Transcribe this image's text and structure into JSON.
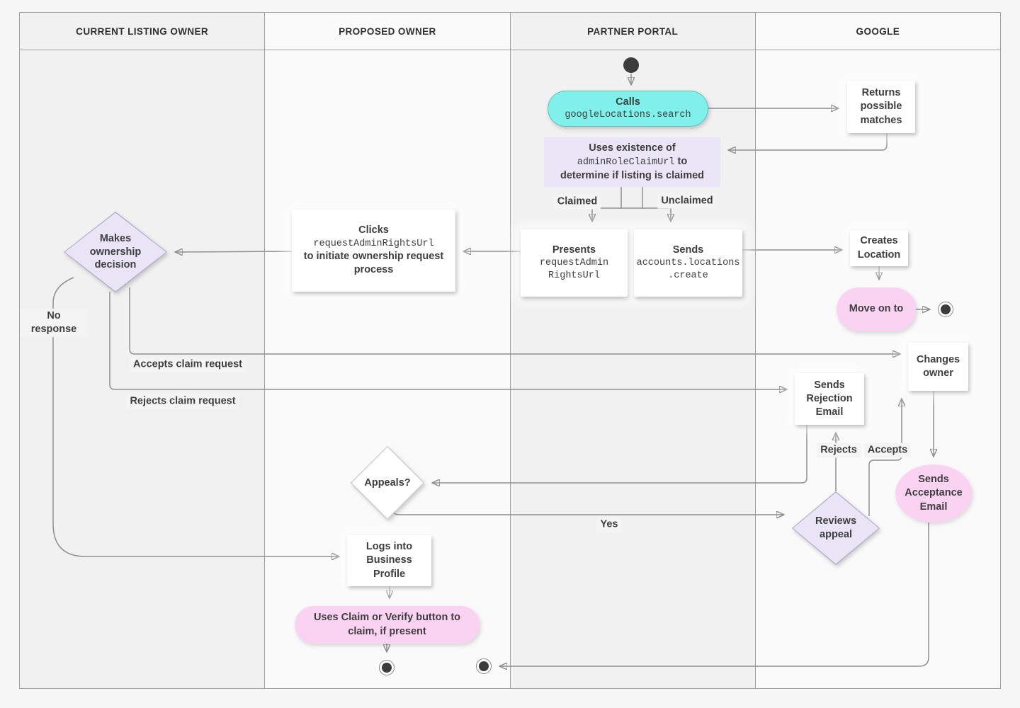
{
  "lanes": [
    {
      "label": "CURRENT LISTING OWNER"
    },
    {
      "label": "PROPOSED OWNER"
    },
    {
      "label": "PARTNER PORTAL"
    },
    {
      "label": "GOOGLE"
    }
  ],
  "nodes": {
    "calls": {
      "title": "Calls",
      "code": "googleLocations.search"
    },
    "returns": {
      "label": "Returns possible matches"
    },
    "uses": {
      "t1": "Uses existence of",
      "code": "adminRoleClaimUrl",
      "t2": "to",
      "t3": "determine if listing is claimed"
    },
    "presents": {
      "title": "Presents",
      "code1": "requestAdmin",
      "code2": "RightsUrl"
    },
    "sends_create": {
      "title": "Sends",
      "code1": "accounts.locations",
      "code2": ".create"
    },
    "clicks": {
      "t1": "Clicks",
      "code": "requestAdminRightsUrl",
      "t2": "to initiate ownership request process"
    },
    "makes_decision": {
      "label": "Makes ownership decision"
    },
    "creates_location": {
      "label": "Creates Location"
    },
    "move_on": {
      "label": "Move on to"
    },
    "changes_owner": {
      "label": "Changes owner"
    },
    "sends_rejection": {
      "label": "Sends Rejection Email"
    },
    "sends_acceptance": {
      "label": "Sends Acceptance Email"
    },
    "reviews_appeal": {
      "label": "Reviews appeal"
    },
    "appeals": {
      "label": "Appeals?"
    },
    "logs_in": {
      "label": "Logs into Business Profile"
    },
    "claim_verify": {
      "label": "Uses Claim or Verify button to claim, if present"
    }
  },
  "edge_labels": {
    "claimed": "Claimed",
    "unclaimed": "Unclaimed",
    "no_response": "No response",
    "accepts_claim": "Accepts claim request",
    "rejects_claim": "Rejects claim request",
    "rejects": "Rejects",
    "accepts": "Accepts",
    "yes": "Yes"
  },
  "colors": {
    "teal": "#7ff1ea",
    "lavender": "#eae5f7",
    "pink": "#fbd3f2",
    "white_node": "#ffffff",
    "line": "#8f8f8f",
    "lane_dark": "#f1f1f1",
    "lane_light": "#fafafa",
    "text": "#3e3e3e"
  }
}
